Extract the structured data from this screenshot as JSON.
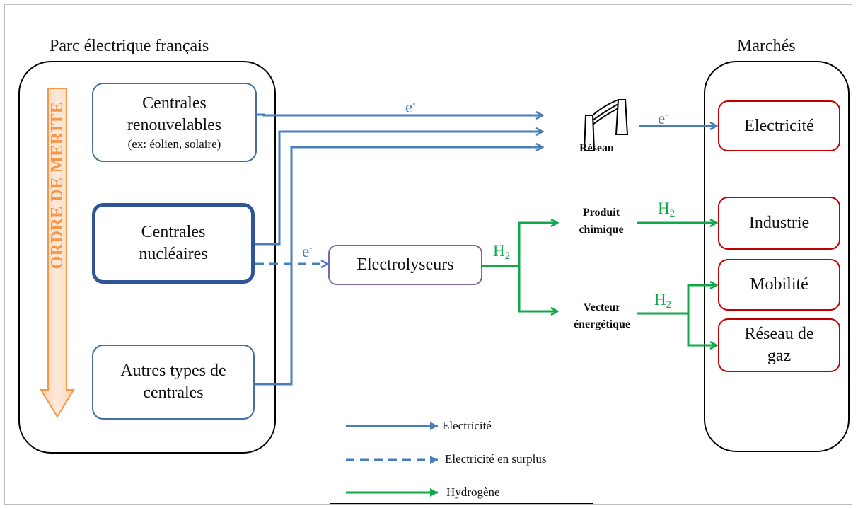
{
  "left_group": {
    "title": "Parc électrique français",
    "merit_order": "ORDRE DE MERITE"
  },
  "sources": {
    "renewables": {
      "line1": "Centrales",
      "line2": "renouvelables",
      "note": "(ex: éolien, solaire)"
    },
    "nuclear": {
      "line1": "Centrales",
      "line2": "nucléaires"
    },
    "others": {
      "line1": "Autres types de",
      "line2": "centrales"
    }
  },
  "network": {
    "label": "Réseau"
  },
  "electrolysers": {
    "label": "Electrolyseurs"
  },
  "products": {
    "chemical": {
      "line1": "Produit",
      "line2": "chimique"
    },
    "energy": {
      "line1": "Vecteur",
      "line2": "énergétique"
    }
  },
  "markets": {
    "title": "Marchés",
    "electricity": "Electricité",
    "industry": "Industrie",
    "mobility": "Mobilité",
    "gas_network": {
      "line1": "Réseau de",
      "line2": "gaz"
    }
  },
  "flow_labels": {
    "electron": "e",
    "electron_sup": "-",
    "hydrogen": "H",
    "hydrogen_sub": "2"
  },
  "legend": {
    "electricity": "Electricité",
    "surplus": "Electricité en surplus",
    "hydrogen": "Hydrogène"
  },
  "colors": {
    "electricity": "#4a7ebb",
    "hydrogen": "#11a84a",
    "merit_arrow": "#f79646",
    "renewables_border": "#41719c",
    "market_border": "#c00000",
    "electrolyser_border": "#8064a2"
  }
}
